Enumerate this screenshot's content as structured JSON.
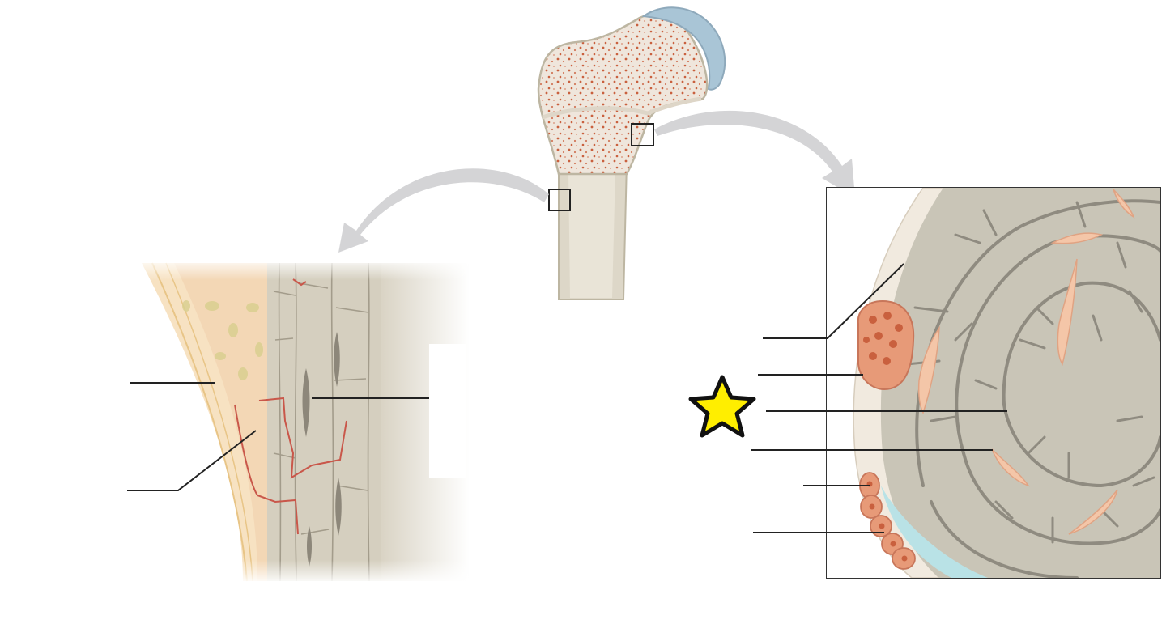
{
  "diagram": {
    "subject": "femur-bone-tissue",
    "regions": [
      "proximal-femur",
      "compact-bone-detail",
      "spongy-bone-detail"
    ],
    "marker": {
      "icon": "star-icon",
      "fill": "#ffee00",
      "stroke": "#111111"
    },
    "colors": {
      "bone": "#d9d3c4",
      "bone_light": "#e6e1d3",
      "bone_outline": "#b6ae99",
      "marrow_dot": "#c9603e",
      "cartilage": "#a9c5d6",
      "arrow": "#d4d4d6",
      "trabecula": "#c9c5b7",
      "trabecula_line": "#8f8b80",
      "osteoclast": "#e79a78",
      "vessel": "#c9574a",
      "blood_space": "#f4c6a8",
      "lining_cell": "#f1eadf",
      "periosteum": "#f7e2c2",
      "cyan": "#b9e2e6",
      "leader_line": "#222222"
    }
  }
}
